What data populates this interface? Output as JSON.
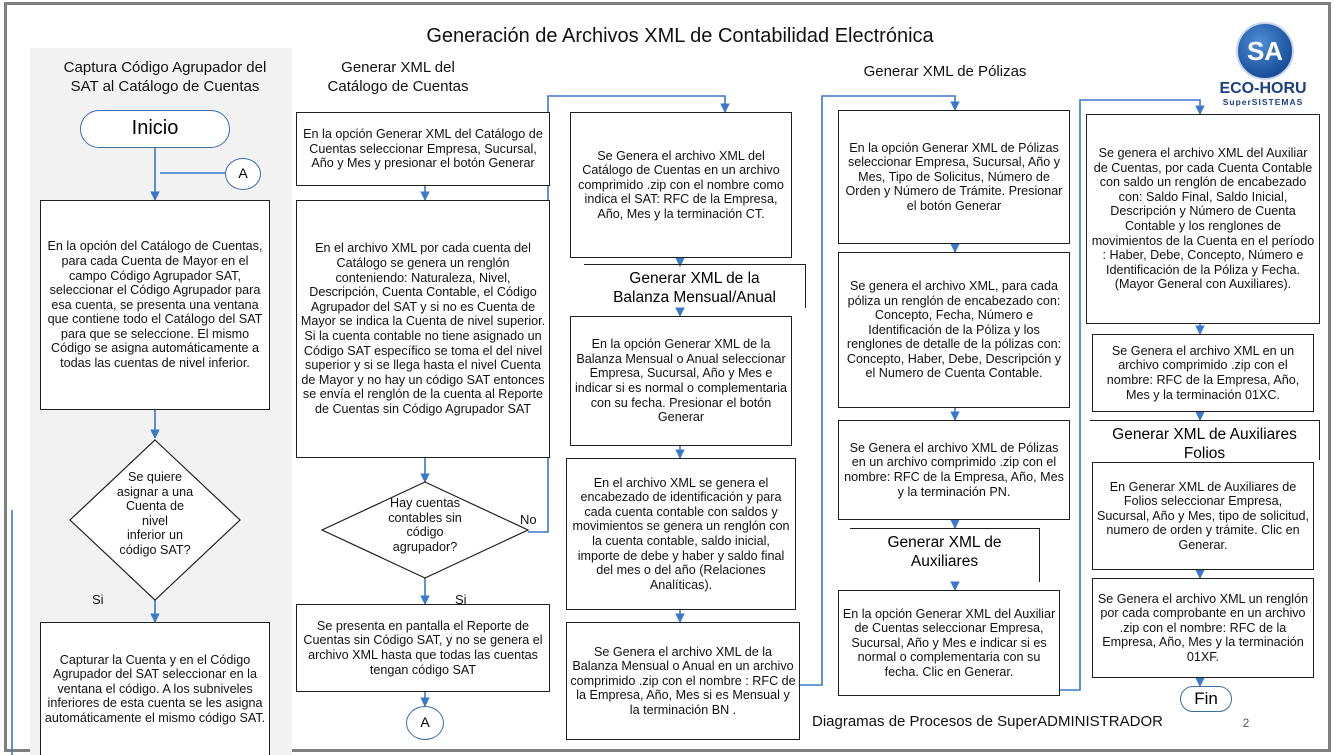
{
  "title": "Generación de Archivos XML de Contabilidad Electrónica",
  "footer": {
    "label": "Diagramas de Procesos de SuperADMINISTRADOR",
    "page": "2"
  },
  "logo": {
    "initials": "SA",
    "name": "ECO-HORU",
    "sub": "SuperSISTEMAS",
    "color": "#1a4f9c"
  },
  "col1": {
    "heading": "Captura Código Agrupador del\nSAT al Catálogo de Cuentas",
    "start": "Inicio",
    "connector": "A",
    "step1": "En la opción del Catálogo de Cuentas, para cada Cuenta de Mayor en el campo Código Agrupador SAT, seleccionar el Código Agrupador  para esa cuenta, se presenta una ventana que contiene todo el Catálogo del SAT  para que se seleccione. El mismo Código se asigna automáticamente  a todas las cuentas de nivel inferior.",
    "decision": "Se quiere\nasignar a una\nCuenta de\nnivel\ninferior un\ncódigo SAT?",
    "yes": "Si",
    "step2": "Capturar la Cuenta y en el Código Agrupador del SAT seleccionar en la ventana el código.  A los subniveles inferiores de esta cuenta se les asigna automáticamente el mismo código SAT."
  },
  "col2": {
    "heading": "Generar XML del\nCatálogo de Cuentas",
    "step1": "En la opción Generar XML del Catálogo de Cuentas seleccionar Empresa, Sucursal, Año y Mes y presionar el botón Generar",
    "step2": "En el archivo XML por cada cuenta del Catálogo se genera un renglón conteniendo: Naturaleza, Nivel, Descripción, Cuenta Contable, el Código Agrupador del SAT y si no es Cuenta de Mayor se indica la Cuenta de nivel superior. Si la cuenta contable no tiene asignado un Código SAT específico se toma el del nivel superior y si se llega hasta el nivel Cuenta de Mayor y no hay un código SAT entonces se envía el renglón de la cuenta al Reporte de Cuentas sin Código Agrupador SAT",
    "decision": "Hay cuentas\ncontables sin\ncódigo\nagrupador?",
    "no": "No",
    "yes": "Si",
    "step3": "Se presenta en pantalla el Reporte de Cuentas sin Código SAT, y no se genera el archivo XML hasta que todas las cuentas tengan código SAT",
    "connector": "A"
  },
  "col3": {
    "step1": "Se Genera el archivo XML del Catálogo de Cuentas en un archivo comprimido .zip con el nombre como indica el SAT: RFC de la Empresa, Año, Mes y la terminación CT.",
    "heading": "Generar XML de la\nBalanza Mensual/Anual",
    "step2": "En la opción Generar XML de la Balanza Mensual o Anual seleccionar Empresa, Sucursal, Año y Mes e indicar si es normal o complementaria con su fecha. Presionar el botón Generar",
    "step3": "En el archivo XML se genera el encabezado de identificación y para cada cuenta contable con saldos y movimientos se genera un renglón con la cuenta contable, saldo inicial, importe de debe y haber  y saldo final del mes o del año  (Relaciones Analíticas).",
    "step4": "Se Genera el archivo XML de la Balanza Mensual o Anual  en un archivo comprimido .zip con el nombre : RFC de la Empresa, Año, Mes si es Mensual  y la terminación BN  ."
  },
  "col4": {
    "heading": "Generar XML de Pólizas",
    "step1": "En la opción Generar XML de Pólizas  seleccionar Empresa, Sucursal, Año y Mes, Tipo de Solicitus, Número de Orden y Número de Trámite. Presionar el botón Generar",
    "step2": "Se genera el archivo XML, para cada póliza un renglón de encabezado con: Concepto, Fecha, Número e Identificación de la Póliza y  los renglones de detalle de la pólizas con: Concepto, Haber, Debe, Descripción y el Numero de Cuenta Contable.",
    "step3": "Se Genera el archivo  XML de Pólizas  en un archivo comprimido .zip con el nombre: RFC de la Empresa, Año, Mes y la terminación PN.",
    "heading2": "Generar XML de\nAuxiliares",
    "step4": "En la opción Generar XML del Auxiliar de Cuentas  seleccionar Empresa, Sucursal, Año y Mes e indicar si es normal o complementaria con su fecha. Clic en Generar."
  },
  "col5": {
    "step1": "Se genera el archivo XML del Auxiliar de Cuentas, por cada Cuenta Contable con saldo un renglón de  encabezado con: Saldo Final, Saldo Inicial, Descripción y Número de Cuenta Contable y  los renglones de movimientos de la Cuenta en el período : Haber, Debe, Concepto, Número e Identificación de la Póliza y Fecha. (Mayor General con Auxiliares).",
    "step2": "Se Genera el archivo XML en un archivo comprimido .zip con el nombre: RFC de la Empresa, Año, Mes y la terminación 01XC.",
    "heading": "Generar XML de Auxiliares\nFolios",
    "step3": "En Generar XML de Auxiliares de Folios  seleccionar Empresa, Sucursal, Año y Mes,  tipo de solicitud, numero de orden y trámite. Clic en Generar.",
    "step4": "Se Genera el archivo XML un renglón por cada comprobante en un archivo .zip con el nombre: RFC de la Empresa, Año, Mes y la terminación 01XF.",
    "end": "Fin"
  }
}
